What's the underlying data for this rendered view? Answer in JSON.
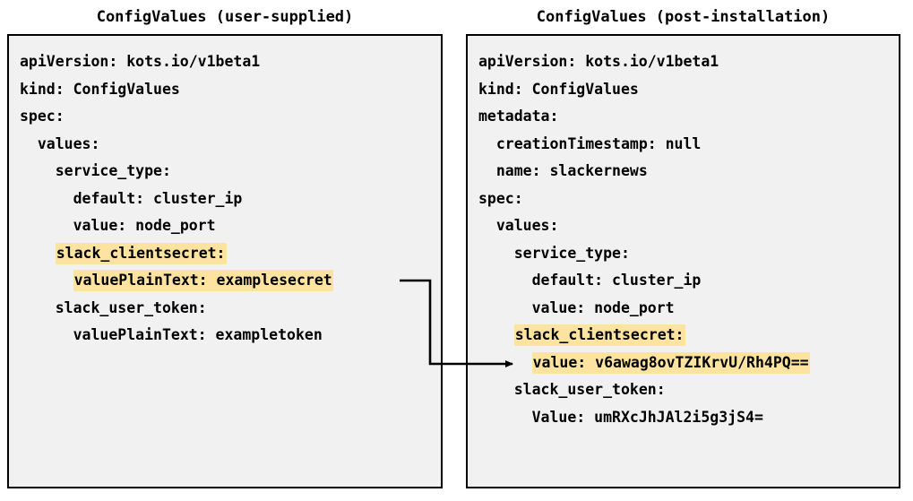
{
  "diagram": {
    "type": "two-panel-yaml-comparison",
    "background_color": "#ffffff",
    "panel_fill_color": "#f1f1f1",
    "panel_border_color": "#000000",
    "highlight_color": "#fce3a0",
    "connector_color": "#000000"
  },
  "left_panel": {
    "title": "ConfigValues (user-supplied)",
    "lines": [
      {
        "text": "apiVersion: kots.io/v1beta1",
        "highlight": false
      },
      {
        "text": "kind: ConfigValues",
        "highlight": false
      },
      {
        "text": "spec:",
        "highlight": false
      },
      {
        "text": "  values:",
        "highlight": false
      },
      {
        "text": "    service_type:",
        "highlight": false
      },
      {
        "text": "      default: cluster_ip",
        "highlight": false
      },
      {
        "text": "      value: node_port",
        "highlight": false
      },
      {
        "text": "    slack_clientsecret:",
        "highlight": true,
        "indent": 4
      },
      {
        "text": "      valuePlainText: examplesecret",
        "highlight": true,
        "indent": 6
      },
      {
        "text": "    slack_user_token:",
        "highlight": false
      },
      {
        "text": "      valuePlainText: exampletoken",
        "highlight": false
      }
    ]
  },
  "right_panel": {
    "title": "ConfigValues (post-installation)",
    "lines": [
      {
        "text": "apiVersion: kots.io/v1beta1",
        "highlight": false
      },
      {
        "text": "kind: ConfigValues",
        "highlight": false
      },
      {
        "text": "metadata:",
        "highlight": false
      },
      {
        "text": "  creationTimestamp: null",
        "highlight": false
      },
      {
        "text": "  name: slackernews",
        "highlight": false
      },
      {
        "text": "spec:",
        "highlight": false
      },
      {
        "text": "  values:",
        "highlight": false
      },
      {
        "text": "    service_type:",
        "highlight": false
      },
      {
        "text": "      default: cluster_ip",
        "highlight": false
      },
      {
        "text": "      value: node_port",
        "highlight": false
      },
      {
        "text": "    slack_clientsecret:",
        "highlight": true,
        "indent": 4
      },
      {
        "text": "      value: v6awag8ovTZIKrvU/Rh4PQ==",
        "highlight": true,
        "indent": 6
      },
      {
        "text": "    slack_user_token:",
        "highlight": false
      },
      {
        "text": "      Value: umRXcJhJAl2i5g3jS4=",
        "highlight": false
      }
    ]
  },
  "connector": {
    "label": "",
    "from_line": "valuePlainText: examplesecret",
    "to_line": "value: v6awag8ovTZIKrvU/Rh4PQ=="
  }
}
